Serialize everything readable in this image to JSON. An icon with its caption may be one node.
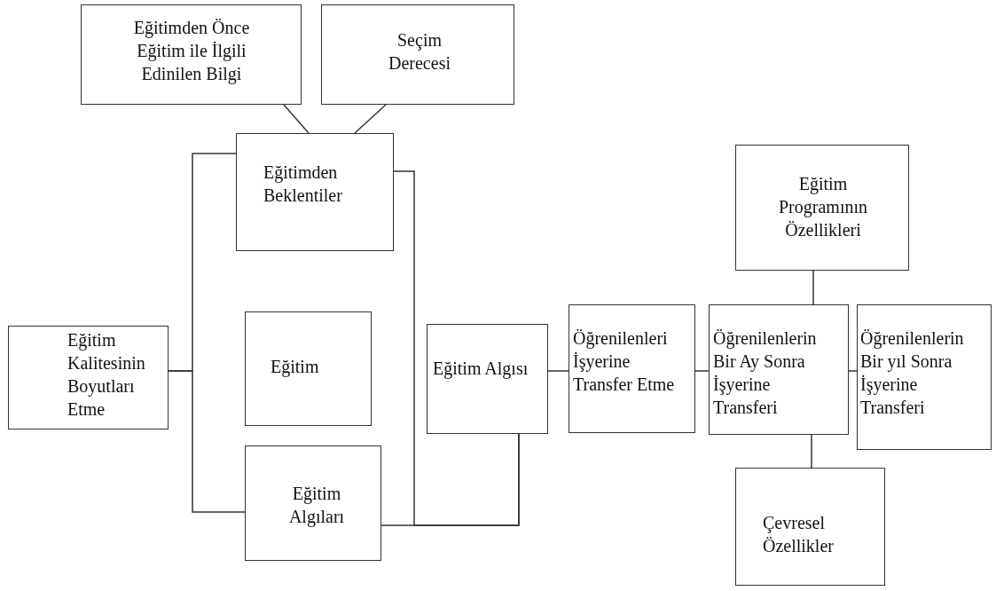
{
  "diagram": {
    "nodes": [
      {
        "text": [
          "Eğitimden Önce Eğitim ile İlgili Edinilen Bilgi"
        ]
      },
      {
        "text": [
          "Seçim Derecesi"
        ]
      },
      {
        "text": [
          "Eğitimden Beklentiler"
        ]
      },
      {
        "text": [
          "Eğitim Kalitesinin Boyutları Etme"
        ]
      },
      {
        "text": [
          "Eğitim"
        ]
      },
      {
        "text": [
          "Eğitim Algıları"
        ]
      },
      {
        "text": [
          "Eğitim Algısı"
        ]
      },
      {
        "text": [
          "Öğrenilenleri İşyerine Transfer Etme"
        ]
      },
      {
        "text": [
          "Öğrenilenlerin Bir Ay Sonra İşyerine Transferi"
        ]
      },
      {
        "text": [
          "Öğrenilenlerin Bir yıl Sonra İşyerine Transferi"
        ]
      },
      {
        "text": [
          "Eğitim Programının Özellikleri"
        ]
      },
      {
        "text": [
          "Çevresel Özellikler"
        ]
      }
    ],
    "edges": [
      {
        "from": 0,
        "to": 2,
        "arrow": "none"
      },
      {
        "from": 1,
        "to": 2,
        "arrow": "none"
      },
      {
        "from": 3,
        "to": 2,
        "arrow": "none"
      },
      {
        "from": 3,
        "to": 5,
        "arrow": "none"
      },
      {
        "from": 2,
        "to": 6,
        "arrow": "none"
      },
      {
        "from": 5,
        "to": 6,
        "arrow": "none"
      },
      {
        "from": 6,
        "to": 7,
        "arrow": "none"
      },
      {
        "from": 7,
        "to": 8,
        "arrow": "none"
      },
      {
        "from": 8,
        "to": 9,
        "arrow": "none"
      },
      {
        "from": 10,
        "to": 8,
        "arrow": "none"
      },
      {
        "from": 8,
        "to": 11,
        "arrow": "none"
      }
    ]
  }
}
